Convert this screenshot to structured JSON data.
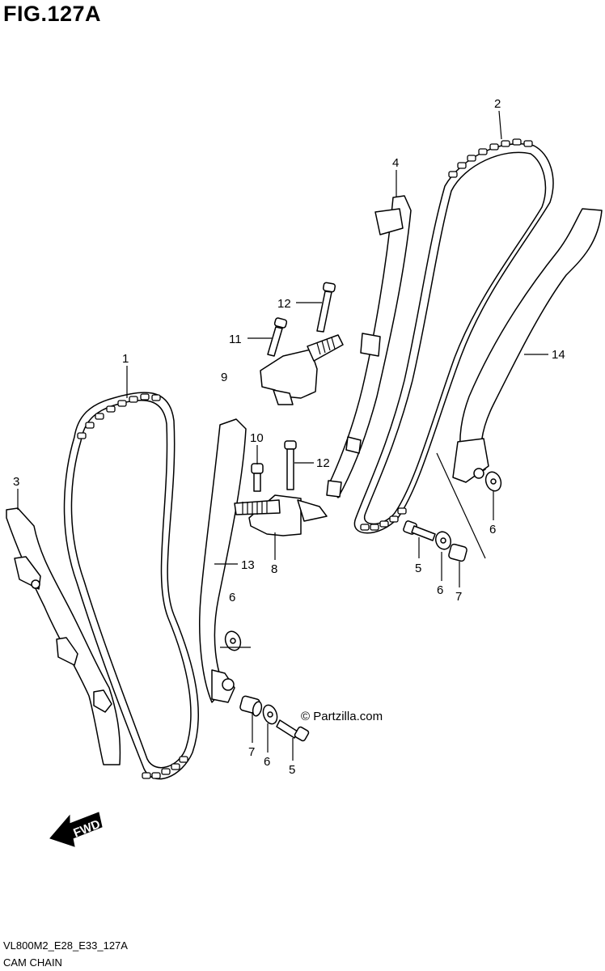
{
  "figure": {
    "title": "FIG.127A",
    "code": "VL800M2_E28_E33_127A",
    "name": "CAM CHAIN"
  },
  "watermark": "© Partzilla.com",
  "fwd_label": "FWD",
  "callouts": {
    "c1": "1",
    "c2": "2",
    "c3": "3",
    "c4": "4",
    "c5a": "5",
    "c5b": "5",
    "c6a": "6",
    "c6b": "6",
    "c6c": "6",
    "c6d": "6",
    "c7a": "7",
    "c7b": "7",
    "c8": "8",
    "c9": "9",
    "c10": "10",
    "c11": "11",
    "c12a": "12",
    "c12b": "12",
    "c13": "13",
    "c14": "14"
  }
}
